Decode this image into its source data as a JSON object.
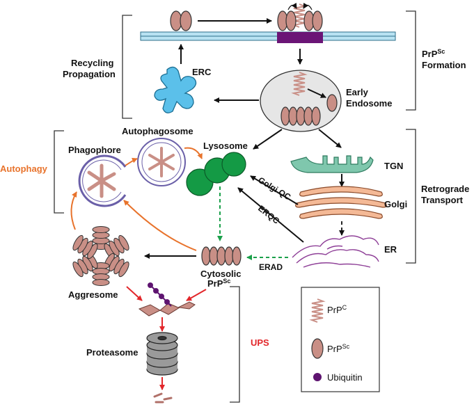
{
  "labels": {
    "recycling_line1": "Recycling",
    "recycling_line2": "Propagation",
    "erc": "ERC",
    "prpsc_formation_prp": "PrP",
    "prpsc_formation_sc": "Sc",
    "prpsc_formation_line2": "Formation",
    "early_line1": "Early",
    "early_line2": "Endosome",
    "autophagosome": "Autophagosome",
    "phagophore": "Phagophore",
    "lysosome": "Lysosome",
    "autophagy": "Autophagy",
    "tgn": "TGN",
    "golgi": "Golgi",
    "er": "ER",
    "retrograde_line1": "Retrograde",
    "retrograde_line2": "Transport",
    "golgi_qc": "Golgi QC",
    "erqc": "ERQC",
    "erad": "ERAD",
    "cytosolic_line1": "Cytosolic",
    "cytosolic_prp": "PrP",
    "cytosolic_sc": "Sc",
    "aggresome": "Aggresome",
    "proteasome": "Proteasome",
    "ups": "UPS"
  },
  "legend": {
    "prpc_base": "PrP",
    "prpc_sup": "C",
    "prpsc_base": "PrP",
    "prpsc_sup": "Sc",
    "ubiquitin": "Ubiquitin"
  },
  "colors": {
    "prion": "#c98f86",
    "erc": "#5bc0ea",
    "lysosome": "#149a45",
    "tgn": "#7fc7ad",
    "golgi": "#f4b996",
    "er": "#8e3f97",
    "membrane": "#b8e2f2",
    "membrane_patch": "#6b1576",
    "autophagy": "#e8732c",
    "ups": "#e2262a",
    "erad_arrow": "#1aa04a",
    "ubiquitin": "#5e1470",
    "proteasome": "#9a9a9a"
  }
}
